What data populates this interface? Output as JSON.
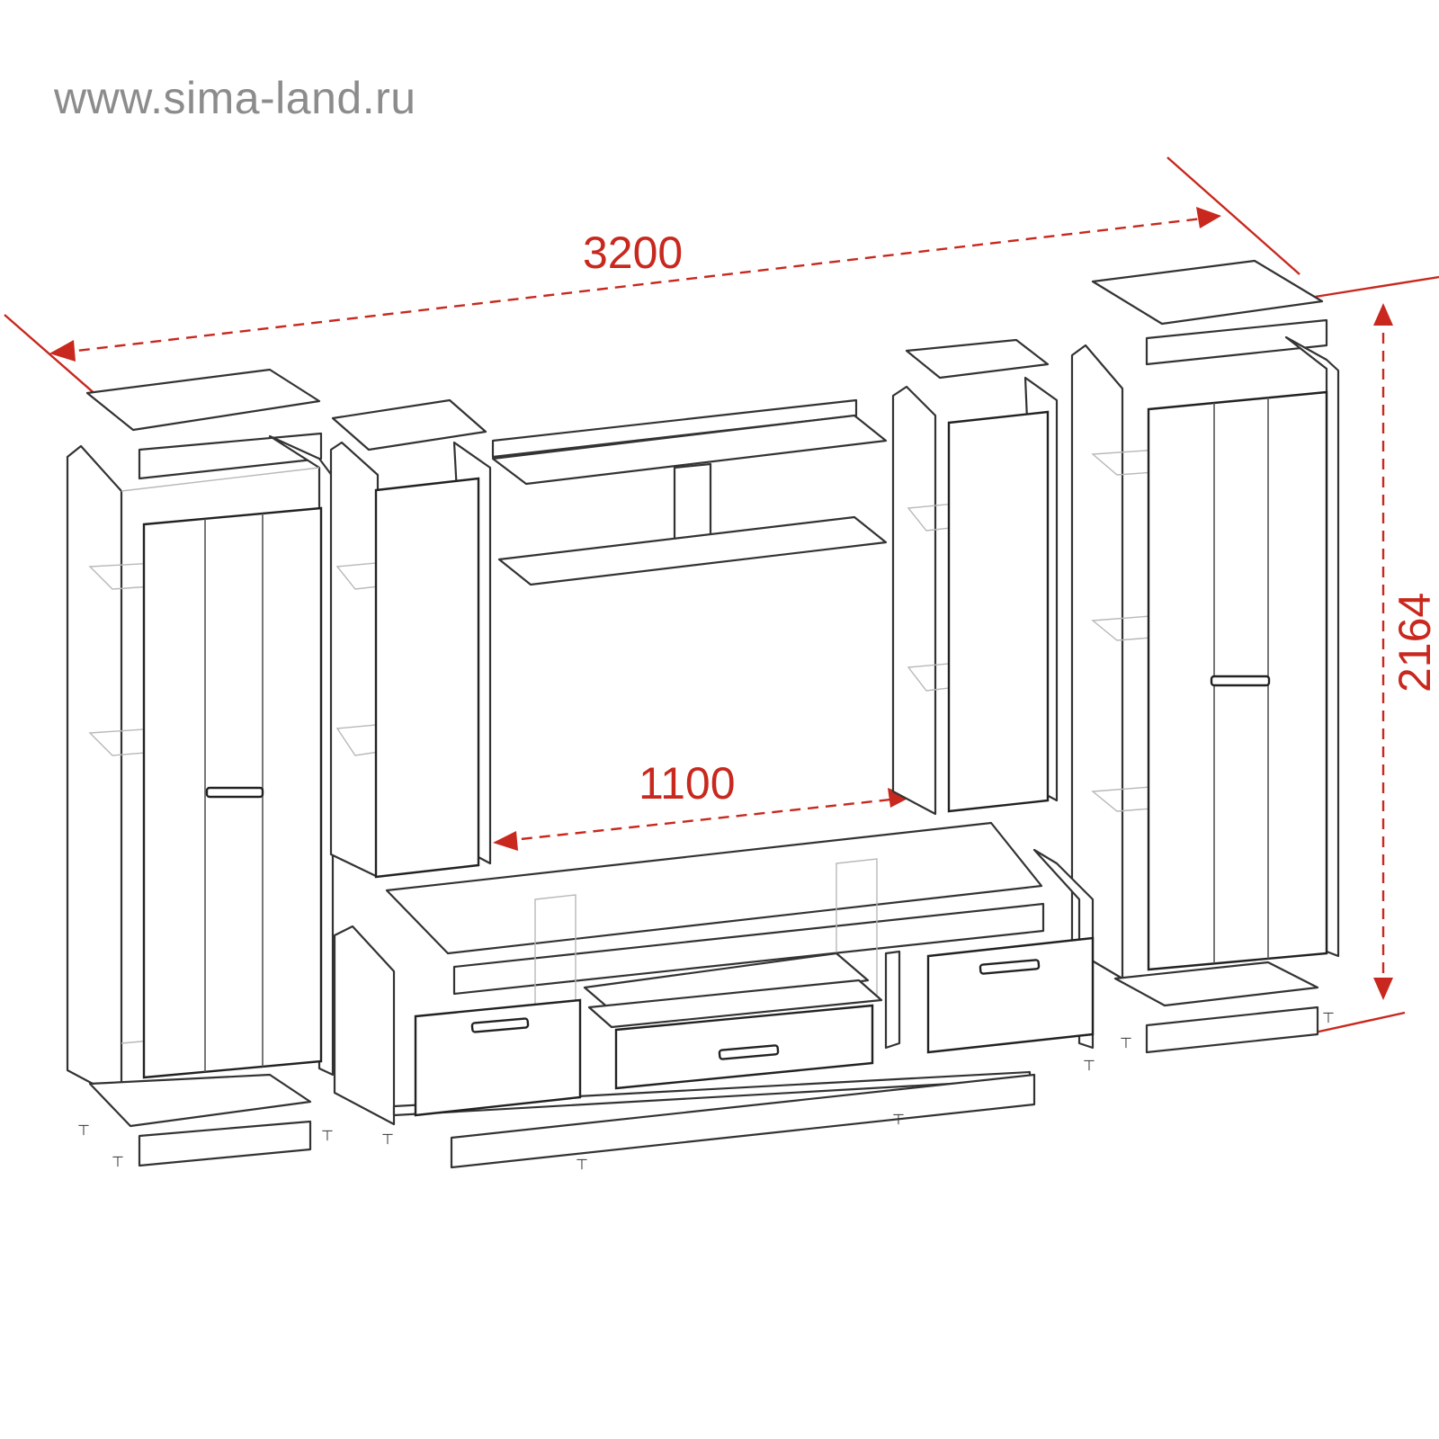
{
  "watermark": "www.sima-land.ru",
  "dimensions": {
    "total_width": "3200",
    "total_height": "2164",
    "tv_span": "1100"
  },
  "colors": {
    "dimension": "#c8281e",
    "watermark": "#8c8c8c",
    "outline": "#333333"
  }
}
